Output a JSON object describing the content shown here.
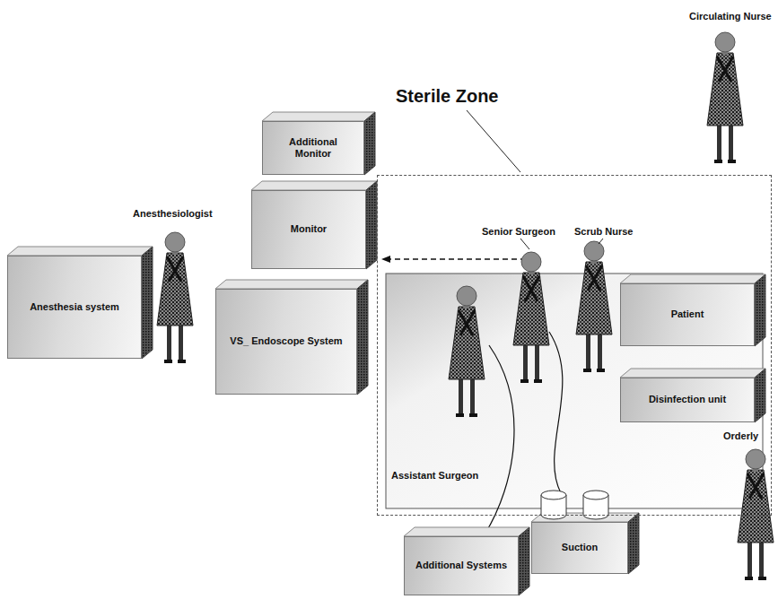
{
  "diagram": {
    "nodes": [
      {
        "text": [
          "Sterile Zone"
        ]
      },
      {
        "text": [
          "Additional Monitor"
        ]
      },
      {
        "text": [
          "Monitor"
        ]
      },
      {
        "text": [
          "Anesthesia system"
        ]
      },
      {
        "text": [
          "VS_ Endoscope System"
        ]
      },
      {
        "text": [
          "Patient"
        ],
        "in": 0
      },
      {
        "text": [
          "Disinfection unit"
        ],
        "in": 0
      },
      {
        "text": [
          "Additional Systems"
        ]
      },
      {
        "text": [
          "Suction"
        ]
      }
    ],
    "labels": [
      "Circulating Nurse",
      "Anesthesiologist",
      "Senior Surgeon",
      "Scrub Nurse",
      "Orderly",
      "Assistant Surgeon"
    ]
  }
}
